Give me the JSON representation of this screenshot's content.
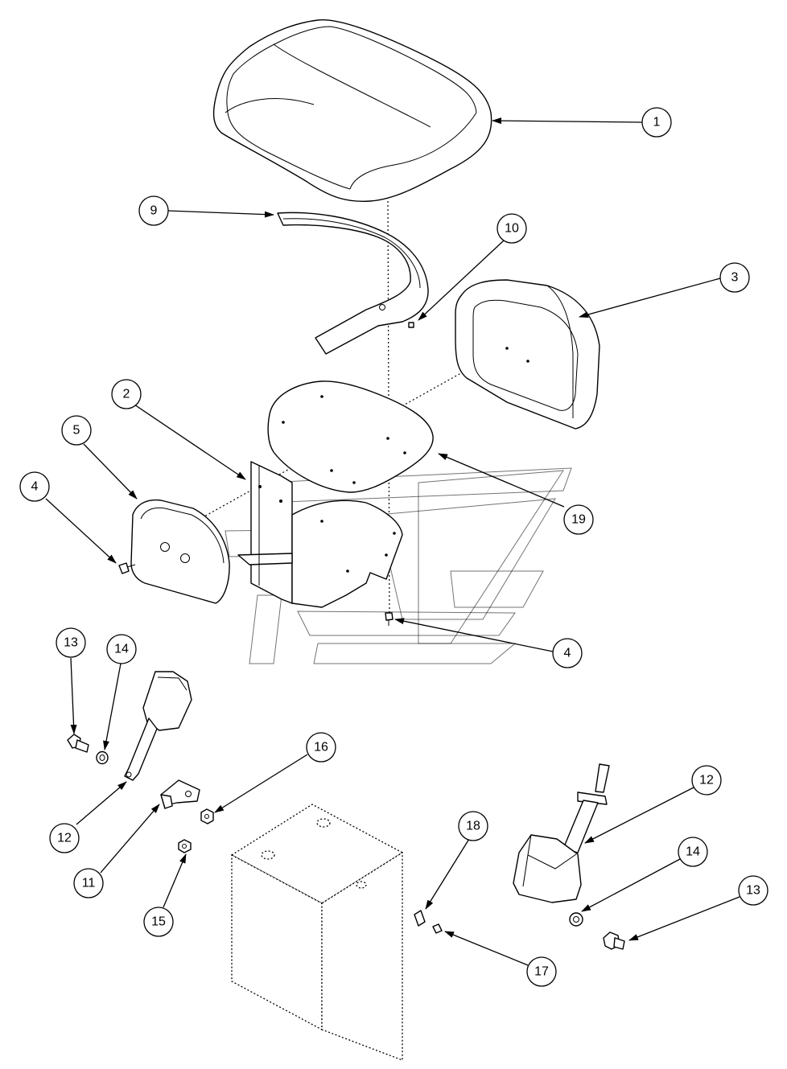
{
  "callouts": [
    {
      "id": "c1",
      "label": "1"
    },
    {
      "id": "c9",
      "label": "9"
    },
    {
      "id": "c10",
      "label": "10"
    },
    {
      "id": "c3",
      "label": "3"
    },
    {
      "id": "c2",
      "label": "2"
    },
    {
      "id": "c5",
      "label": "5"
    },
    {
      "id": "c4a",
      "label": "4"
    },
    {
      "id": "c19",
      "label": "19"
    },
    {
      "id": "c4b",
      "label": "4"
    },
    {
      "id": "c13a",
      "label": "13"
    },
    {
      "id": "c14a",
      "label": "14"
    },
    {
      "id": "c16",
      "label": "16"
    },
    {
      "id": "c12a",
      "label": "12"
    },
    {
      "id": "c11",
      "label": "11"
    },
    {
      "id": "c15",
      "label": "15"
    },
    {
      "id": "c18",
      "label": "18"
    },
    {
      "id": "c12b",
      "label": "12"
    },
    {
      "id": "c14b",
      "label": "14"
    },
    {
      "id": "c13b",
      "label": "13"
    },
    {
      "id": "c17",
      "label": "17"
    }
  ]
}
